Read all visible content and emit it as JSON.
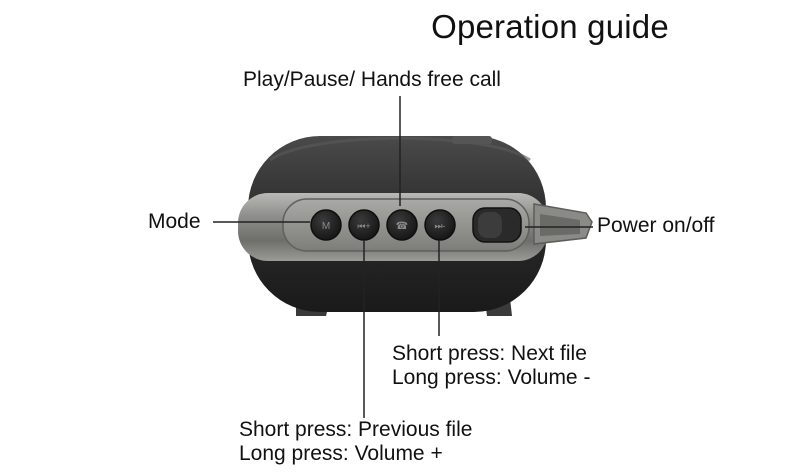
{
  "title": "Operation guide",
  "callouts": {
    "play_pause": "Play/Pause/ Hands free call",
    "mode": "Mode",
    "power": "Power on/off",
    "next": {
      "short": "Short press: Next file",
      "long": "Long press: Volume -"
    },
    "previous": {
      "short": "Short press: Previous file",
      "long": "Long press: Volume +"
    }
  },
  "buttons": [
    {
      "name": "mode-button",
      "icon": "mode-icon"
    },
    {
      "name": "previous-volume-up-button",
      "icon": "skip-back-plus-icon"
    },
    {
      "name": "play-pause-button",
      "icon": "phone-icon"
    },
    {
      "name": "next-volume-down-button",
      "icon": "skip-forward-minus-icon"
    }
  ],
  "colors": {
    "speaker_body": "#2b2b2b",
    "band": "#8a8a86",
    "buttons": "#1f1f1f",
    "lines": "#222222"
  }
}
